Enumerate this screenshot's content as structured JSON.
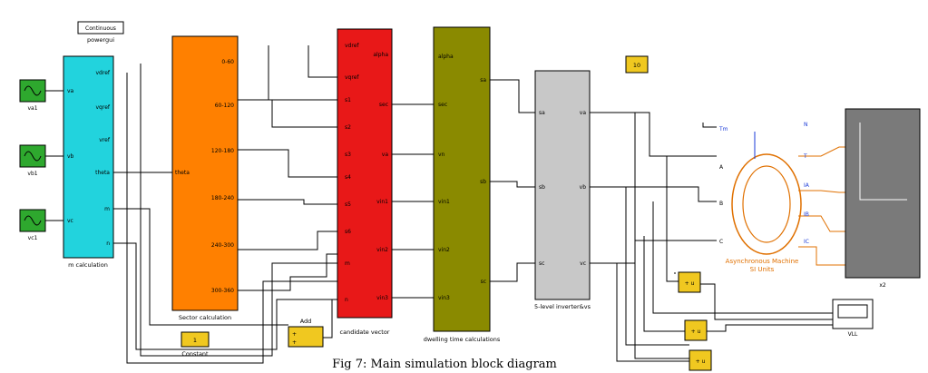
{
  "caption": "Fig 7: Main simulation block diagram",
  "powergui": {
    "box_text": "Continuous",
    "label": "powergui"
  },
  "sources": [
    {
      "label": "va1"
    },
    {
      "label": "vb1"
    },
    {
      "label": "vc1"
    }
  ],
  "m_calc": {
    "name": "m calculation",
    "inputs": [
      "va",
      "vb",
      "vc"
    ],
    "outputs": [
      "vdref",
      "vqref",
      "vref",
      "theta",
      "m",
      "n"
    ]
  },
  "sector": {
    "name": "Sector calculation",
    "input": "theta",
    "outputs": [
      "0-60",
      "60-120",
      "120-180",
      "180-240",
      "240-300",
      "300-360"
    ]
  },
  "candidate": {
    "name": "candidate vector",
    "outputs": [
      "alpha",
      "sec",
      "va",
      "vin1",
      "vin2",
      "vin3"
    ],
    "inputs": [
      "vdref",
      "vqref",
      "s1",
      "s2",
      "s3",
      "s4",
      "s5",
      "s6",
      "m",
      "n"
    ]
  },
  "dwell": {
    "name": "dwelling time calculations",
    "inputs": [
      "alpha",
      "sec",
      "vn",
      "vin1",
      "vin2",
      "vin3"
    ],
    "outputs": [
      "sa",
      "sb",
      "sc"
    ]
  },
  "inverter": {
    "name": "5-level inverter&vs",
    "inputs": [
      "sa",
      "sb",
      "sc"
    ],
    "outputs": [
      "va",
      "vb",
      "vc"
    ]
  },
  "constant_10": "10",
  "constant_1": {
    "value": "1",
    "label": "Constant"
  },
  "add": {
    "label": "Add"
  },
  "machine": {
    "label_line1": "Asynchronous Machine",
    "label_line2": "SI Units",
    "inputs": [
      "Tm",
      "A",
      "B",
      "C"
    ],
    "outputs": [
      "N",
      "T",
      "IA",
      "IB",
      "IC"
    ]
  },
  "scope_main": {
    "label": "x2"
  },
  "scope_vll": {
    "label": "VLL"
  },
  "sum_blocks": [
    "+ u",
    "+ u",
    "+ u"
  ]
}
